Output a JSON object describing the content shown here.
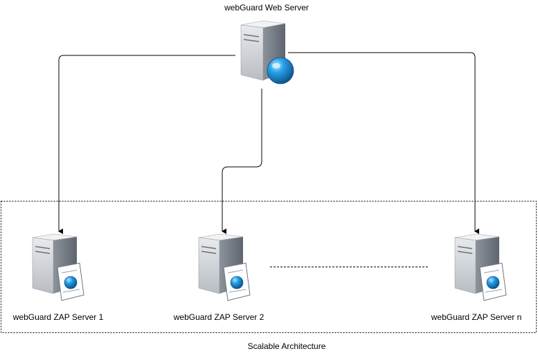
{
  "diagram": {
    "web_server": {
      "label": "webGuard Web Server",
      "icon": "web-server-icon"
    },
    "zap_servers": [
      {
        "label": "webGuard ZAP Server 1",
        "icon": "zap-server-icon"
      },
      {
        "label": "webGuard ZAP Server 2",
        "icon": "zap-server-icon"
      },
      {
        "label": "webGuard ZAP Server n",
        "icon": "zap-server-icon"
      }
    ],
    "cluster_label": "Scalable Architecture",
    "colors": {
      "server_light": "#d9dce0",
      "server_mid": "#a6abb2",
      "server_dark": "#6f7680",
      "globe_blue": "#1a8fd6",
      "globe_dark": "#0b5c96",
      "edge": "#000000"
    }
  }
}
